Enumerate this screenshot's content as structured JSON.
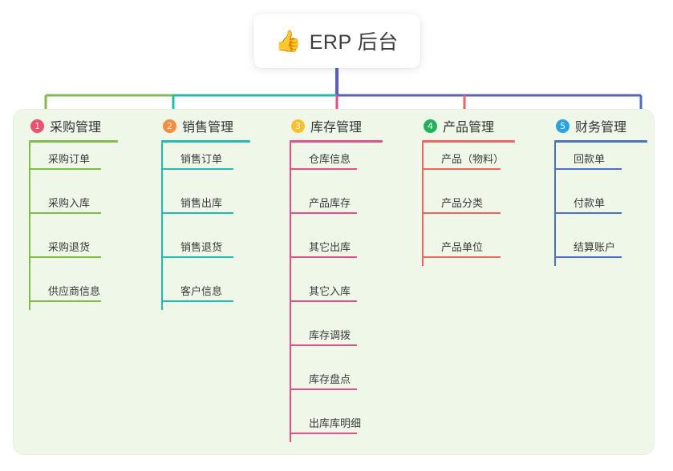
{
  "root": {
    "icon": "thumbs-up-icon",
    "emoji": "👍",
    "title": "ERP 后台"
  },
  "colors": {
    "panel_bg": "#eff7e9",
    "panel_border": "#e3efdb",
    "green": "#7dbf43",
    "teal": "#1bbfb0",
    "pink": "#ea4c8b",
    "red": "#f4625f",
    "blue": "#4a6fd0",
    "trunk": "#5a5fc0",
    "badge1": "#f0506e",
    "badge2": "#fa8c3c",
    "badge3": "#fcc02a",
    "badge4": "#21b35a",
    "badge5": "#29a3e8",
    "text": "#333333"
  },
  "columns": [
    {
      "num": "1",
      "title": "采购管理",
      "badge_color": "#f0506e",
      "line_color": "#7dbf43",
      "leaves": [
        "采购订单",
        "采购入库",
        "采购退货",
        "供应商信息"
      ]
    },
    {
      "num": "2",
      "title": "销售管理",
      "badge_color": "#fa8c3c",
      "line_color": "#1bbfb0",
      "leaves": [
        "销售订单",
        "销售出库",
        "销售退货",
        "客户信息"
      ]
    },
    {
      "num": "3",
      "title": "库存管理",
      "badge_color": "#fcc02a",
      "line_color": "#ea4c8b",
      "leaves": [
        "仓库信息",
        "产品库存",
        "其它出库",
        "其它入库",
        "库存调拨",
        "库存盘点",
        "出库库明细"
      ]
    },
    {
      "num": "4",
      "title": "产品管理",
      "badge_color": "#21b35a",
      "line_color": "#f4625f",
      "leaves": [
        "产品（物料）",
        "产品分类",
        "产品单位"
      ]
    },
    {
      "num": "5",
      "title": "财务管理",
      "badge_color": "#29a3e8",
      "line_color": "#4a6fd0",
      "leaves": [
        "回款单",
        "付款单",
        "结算账户"
      ]
    }
  ]
}
